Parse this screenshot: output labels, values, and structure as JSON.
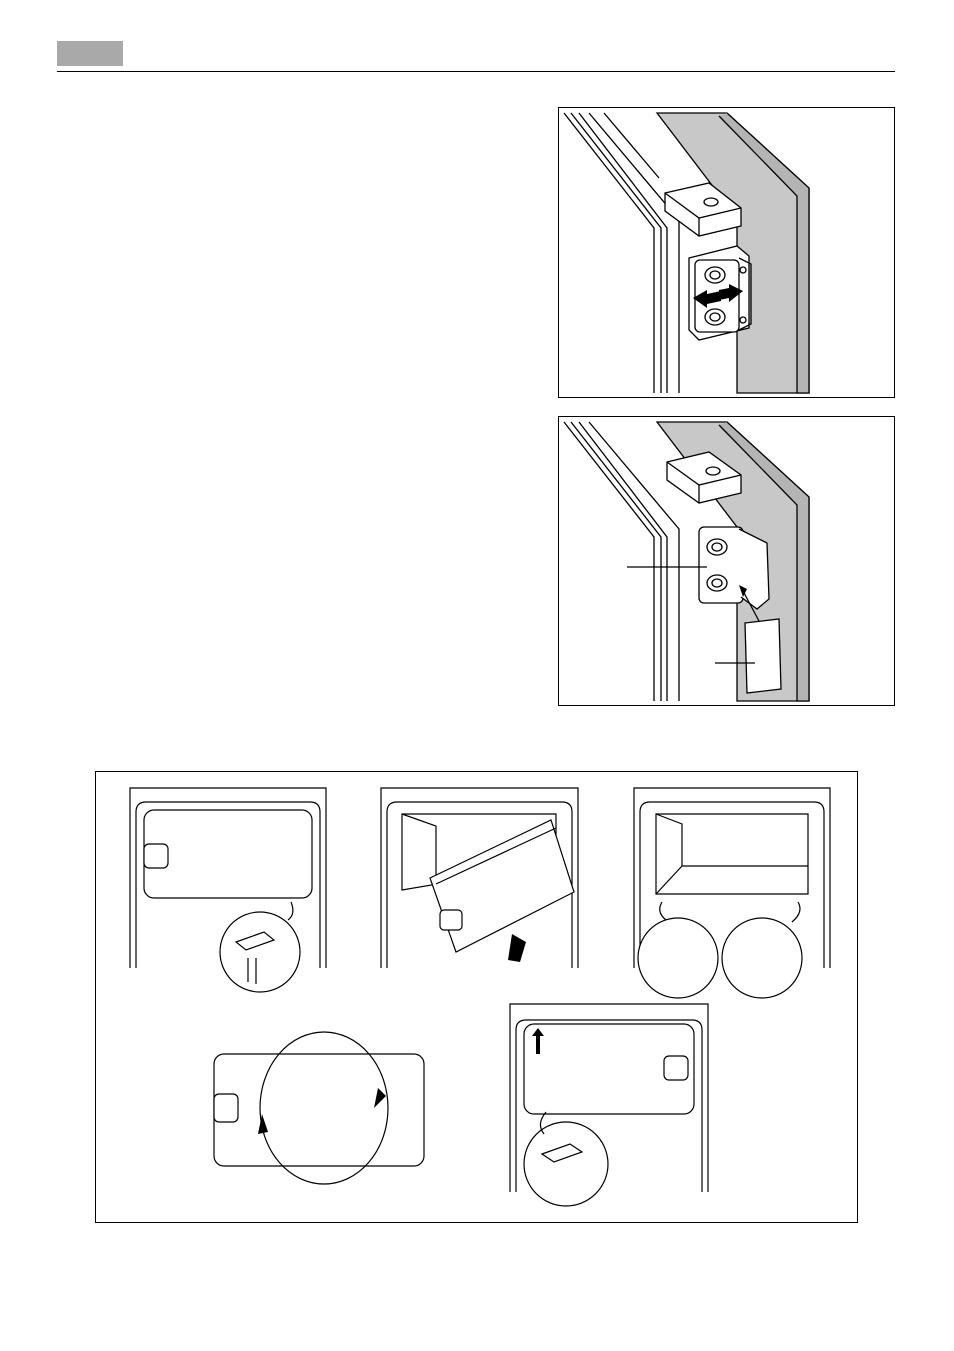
{
  "page": {
    "header_tab": "",
    "figures": [
      {
        "id": "door-hinge-adjust",
        "icon": "hinge-adjust-arrows-icon",
        "labels": []
      },
      {
        "id": "door-hinge-cover",
        "icon": "hinge-cover-insert-icon",
        "labels": []
      },
      {
        "id": "compartment-door-reversal",
        "icon": "door-reversal-steps-icon",
        "steps": 5,
        "labels": []
      }
    ]
  },
  "colors": {
    "tab": "#a9a9a9",
    "line": "#000000",
    "panel_gray": "#c8c8c8",
    "hinge_fill": "#ffffff"
  }
}
